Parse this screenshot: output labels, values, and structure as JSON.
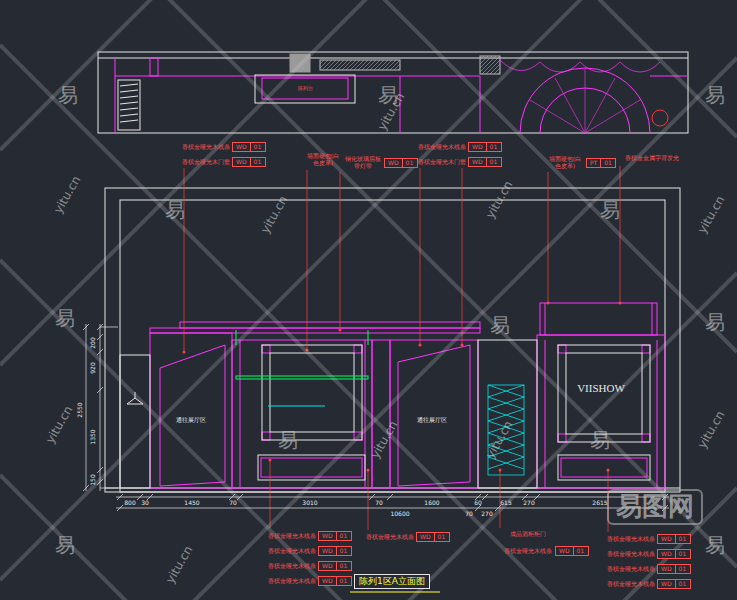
{
  "diagram": {
    "title": "陈列1区A立面图",
    "nodes": [
      {
        "text": [
          "WD",
          "01"
        ]
      },
      {
        "text": [
          "WD",
          "01"
        ]
      },
      {
        "text": [
          "WD",
          "01"
        ]
      },
      {
        "text": [
          "WD",
          "01"
        ]
      },
      {
        "text": [
          "WD",
          "01"
        ]
      },
      {
        "text": [
          "PT",
          "01"
        ]
      },
      {
        "text": [
          "WD",
          "01"
        ]
      },
      {
        "text": [
          "WD",
          "01"
        ]
      },
      {
        "text": [
          "WD",
          "01"
        ]
      },
      {
        "text": [
          "WD",
          "01"
        ]
      },
      {
        "text": [
          "WD",
          "01"
        ]
      },
      {
        "text": [
          "WD",
          "01"
        ]
      },
      {
        "text": [
          "WD",
          "01"
        ]
      },
      {
        "text": [
          "WD",
          "01"
        ]
      },
      {
        "text": [
          "WD",
          "01"
        ]
      },
      {
        "text": [
          "WD",
          "01"
        ]
      }
    ],
    "labels": [
      "香槟金哑光木线条",
      "香槟金哑光木门套",
      "墙面硬包(白色皮革)",
      "钢化玻璃层板带灯带",
      "香槟金哑光木线条",
      "香槟金哑光木门套",
      "墙面硬包(白色皮革)",
      "香槟金金属字背发光",
      "陈列台",
      "通往展厅区",
      "通往展厅区",
      "VIISHOW",
      "200",
      "920",
      "2550",
      "1350",
      "150",
      "800",
      "30",
      "1450",
      "70",
      "3010",
      "70",
      "1600",
      "60",
      "615",
      "270",
      "2615",
      "10600",
      "70",
      "270",
      "香槟金哑光木线条",
      "香槟金哑光木线条",
      "香槟金哑光木线条",
      "香槟金哑光木线条",
      "香槟金哑光木线条",
      "成品酒柜柜门",
      "香槟金哑光木线条",
      "香槟金哑光木线条",
      "香槟金哑光木线条",
      "香槟金哑光木线条",
      "香槟金哑光木线条",
      "易",
      "易",
      "易",
      "易",
      "易",
      "易",
      "易",
      "易",
      "易",
      "易",
      "易",
      "易",
      "yitu.cn",
      "yitu.cn",
      "yitu.cn",
      "yitu.cn",
      "yitu.cn",
      "yitu.cn",
      "yitu.cn",
      "yitu.cn",
      "yitu.cn",
      "yitu.cn",
      "易图网"
    ]
  }
}
